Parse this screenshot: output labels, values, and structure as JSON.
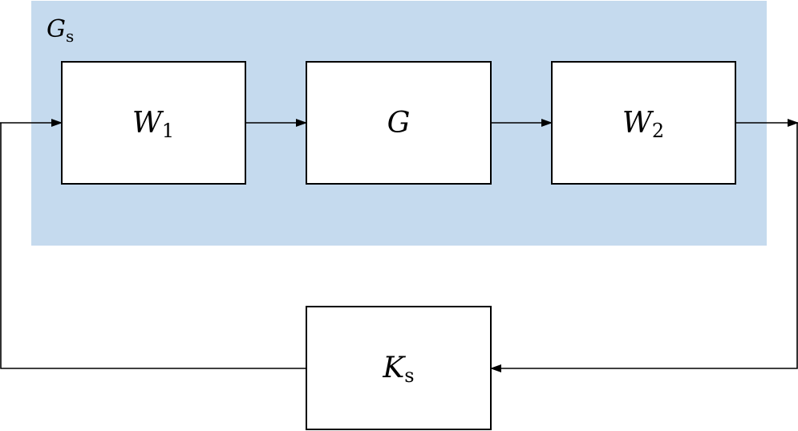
{
  "colors": {
    "region_fill": "#c5daee",
    "block_fill": "#ffffff",
    "stroke": "#000000"
  },
  "region": {
    "symbol": "G",
    "subscript": "s"
  },
  "blocks": {
    "w1": {
      "symbol": "W",
      "subscript": "1"
    },
    "g": {
      "symbol": "G",
      "subscript": ""
    },
    "w2": {
      "symbol": "W",
      "subscript": "2"
    },
    "ks": {
      "symbol": "K",
      "subscript": "s"
    }
  }
}
